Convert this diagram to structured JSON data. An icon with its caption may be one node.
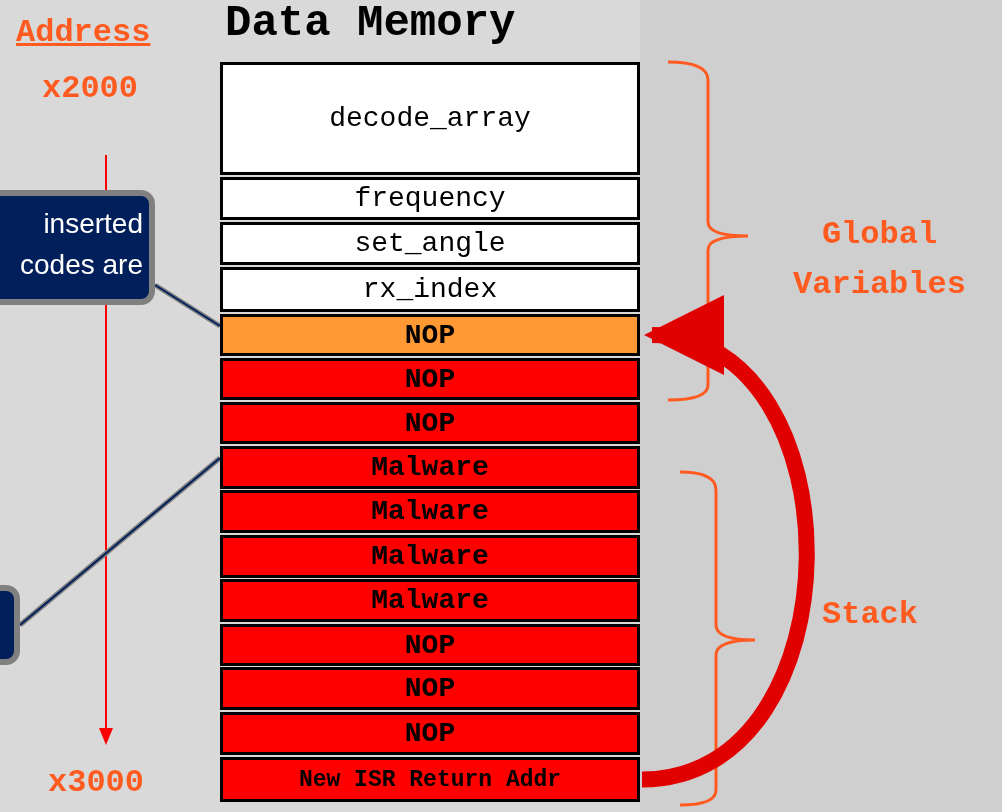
{
  "diagram": {
    "title": "Data Memory",
    "nodes": [
      {
        "text": [
          "inserted codes are"
        ]
      },
      {
        "text": [],
        "shape": "box"
      },
      {
        "text": [
          "decode_array"
        ]
      },
      {
        "text": [
          "frequency"
        ]
      },
      {
        "text": [
          "set_angle"
        ]
      },
      {
        "text": [
          "rx_index"
        ]
      },
      {
        "text": [
          "NOP"
        ]
      },
      {
        "text": [
          "NOP"
        ]
      },
      {
        "text": [
          "NOP"
        ]
      },
      {
        "text": [
          "Malware"
        ]
      },
      {
        "text": [
          "Malware"
        ]
      },
      {
        "text": [
          "Malware"
        ]
      },
      {
        "text": [
          "Malware"
        ]
      },
      {
        "text": [
          "NOP"
        ]
      },
      {
        "text": [
          "NOP"
        ]
      },
      {
        "text": [
          "NOP"
        ]
      },
      {
        "text": [
          "New ISR Return Addr"
        ]
      }
    ],
    "edges": [
      {
        "from": 0,
        "to": 6,
        "arrow": "none"
      },
      {
        "from": 1,
        "to": 9,
        "arrow": "none"
      },
      {
        "from": 16,
        "to": 6,
        "arrow": "to",
        "style": "thick",
        "color": "#e00000"
      }
    ],
    "labels": [
      "Address",
      "x2000",
      "x3000",
      "Global Variables",
      "Stack"
    ]
  }
}
